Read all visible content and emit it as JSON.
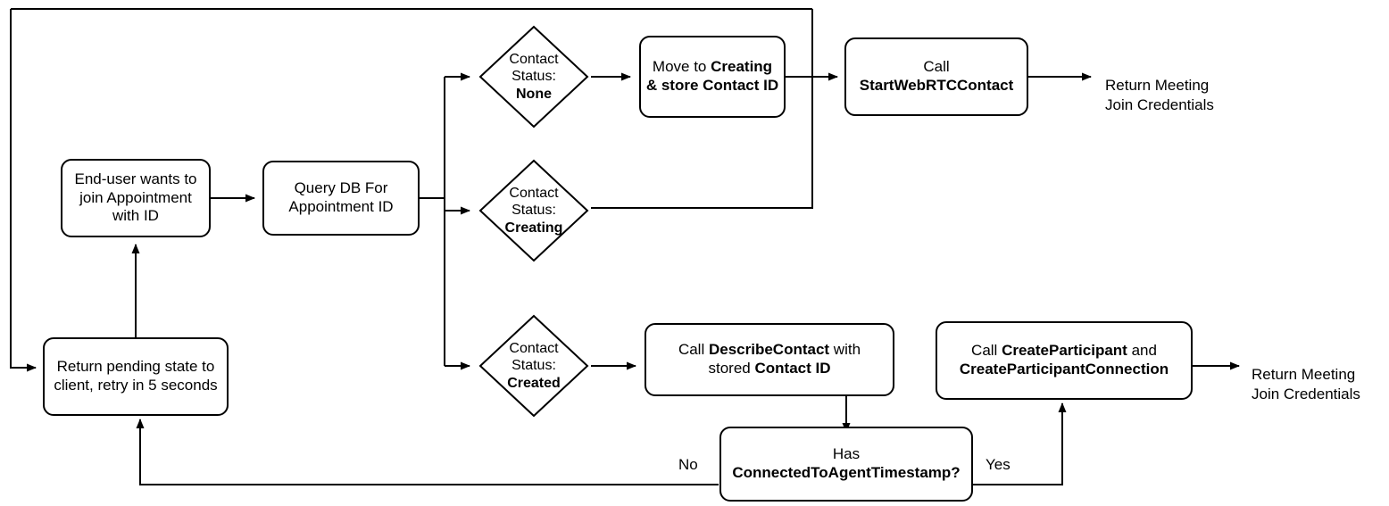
{
  "diagram": {
    "type": "flowchart",
    "title": "Appointment join flow with Amazon Connect contact states",
    "background_color": "#ffffff",
    "stroke_color": "#000000",
    "text_color": "#000000"
  },
  "nodes": {
    "end_user": {
      "shape": "rounded-rectangle",
      "text": "End-user wants to\njoin Appointment\nwith ID"
    },
    "query_db": {
      "shape": "rounded-rectangle",
      "text": "Query DB For\nAppointment ID"
    },
    "status_none": {
      "shape": "diamond",
      "line1": "Contact",
      "line2": "Status:",
      "line3": "None"
    },
    "status_creating": {
      "shape": "diamond",
      "line1": "Contact",
      "line2": "Status:",
      "line3": "Creating"
    },
    "status_created": {
      "shape": "diamond",
      "line1": "Contact",
      "line2": "Status:",
      "line3": "Created"
    },
    "move_to_creating": {
      "shape": "rounded-rectangle",
      "seg1": "Move to ",
      "seg2": "Creating",
      "seg3": "& store ",
      "seg4": "Contact ID"
    },
    "start_webrtc": {
      "shape": "rounded-rectangle",
      "seg1": "Call",
      "seg2": "StartWebRTCContact"
    },
    "describe_contact": {
      "shape": "rounded-rectangle",
      "seg1": "Call ",
      "seg2": "DescribeContact",
      "seg3": " with",
      "seg4": "stored ",
      "seg5": "Contact ID"
    },
    "create_participant": {
      "shape": "rounded-rectangle",
      "seg1": "Call ",
      "seg2": "CreateParticipant",
      "seg3": " and",
      "seg4": "CreateParticipantConnection"
    },
    "has_timestamp": {
      "shape": "rounded-rectangle",
      "seg1": "Has",
      "seg2": "ConnectedToAgentTimestamp?"
    },
    "return_pending": {
      "shape": "rounded-rectangle",
      "text": "Return pending state to\nclient, retry in 5 seconds"
    }
  },
  "terminal_labels": {
    "return_meeting_top": "Return Meeting\nJoin Credentials",
    "return_meeting_bottom": "Return Meeting\nJoin Credentials"
  },
  "edge_labels": {
    "no": "No",
    "yes": "Yes"
  },
  "edges": [
    {
      "from": "end_user",
      "to": "query_db",
      "label": ""
    },
    {
      "from": "query_db",
      "to": "status_none",
      "label": ""
    },
    {
      "from": "query_db",
      "to": "status_creating",
      "label": ""
    },
    {
      "from": "query_db",
      "to": "status_created",
      "label": ""
    },
    {
      "from": "status_none",
      "to": "move_to_creating",
      "label": ""
    },
    {
      "from": "move_to_creating",
      "to": "start_webrtc",
      "label": ""
    },
    {
      "from": "start_webrtc",
      "to": "return_meeting_top",
      "label": ""
    },
    {
      "from": "status_creating",
      "to": "return_pending",
      "label": ""
    },
    {
      "from": "status_created",
      "to": "describe_contact",
      "label": ""
    },
    {
      "from": "describe_contact",
      "to": "has_timestamp",
      "label": ""
    },
    {
      "from": "has_timestamp",
      "to": "return_pending",
      "label": "No"
    },
    {
      "from": "has_timestamp",
      "to": "create_participant",
      "label": "Yes"
    },
    {
      "from": "create_participant",
      "to": "return_meeting_bottom",
      "label": ""
    },
    {
      "from": "return_pending",
      "to": "end_user",
      "label": ""
    }
  ]
}
